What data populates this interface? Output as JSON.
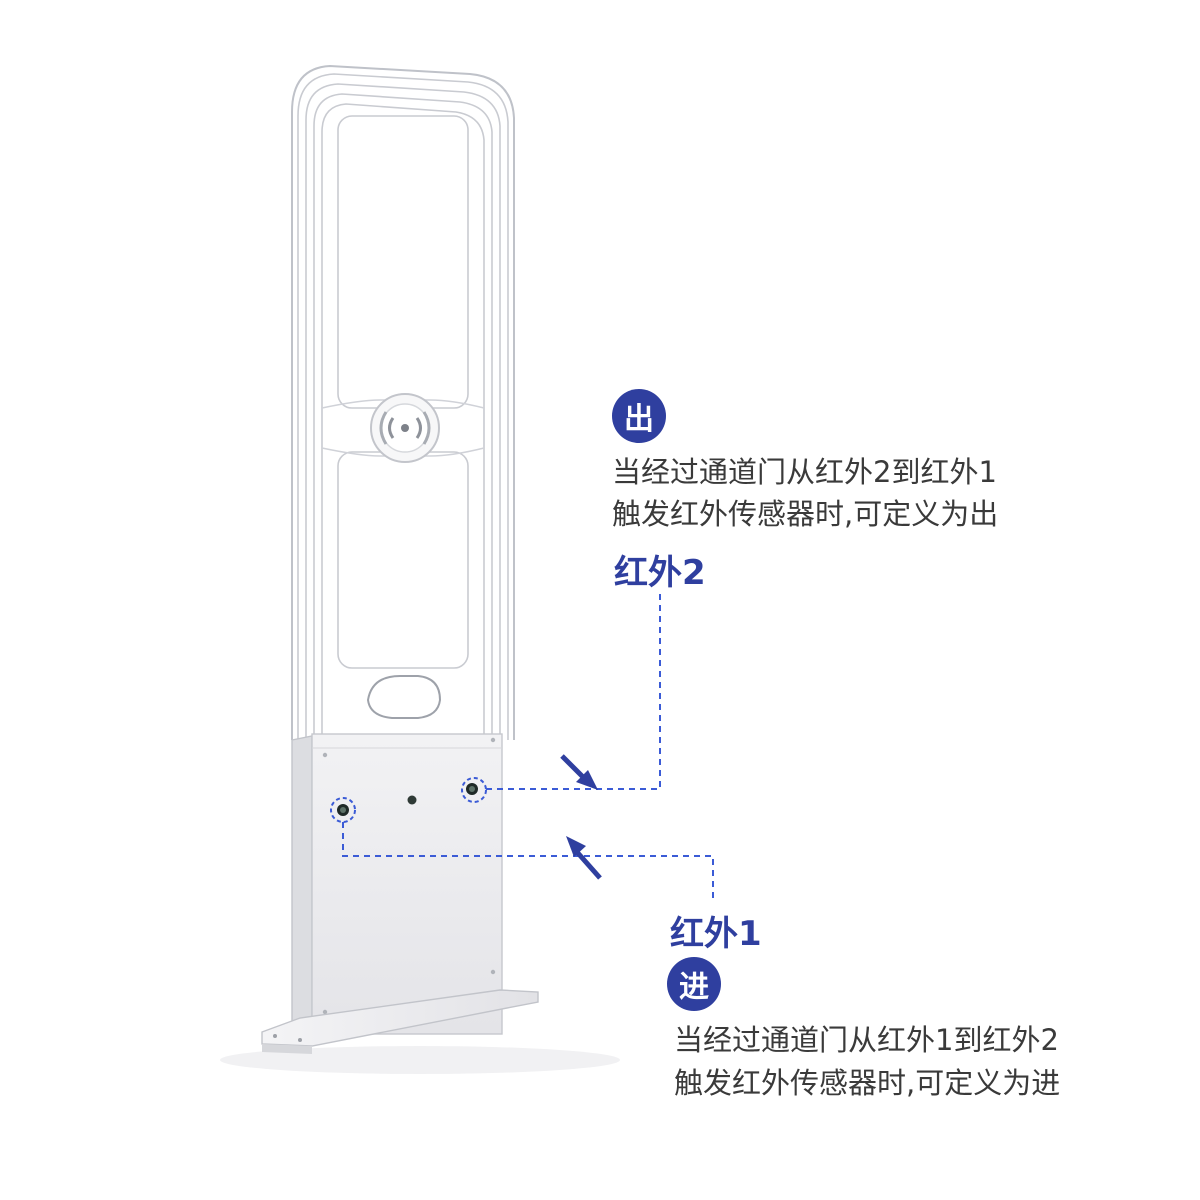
{
  "colors": {
    "accent": "#2f3f9f",
    "dash": "#3b5bd6",
    "text": "#3a3a3a"
  },
  "exit_block": {
    "badge": "出",
    "line1": "当经过通道门从红外2到红外1",
    "line2": "触发红外传感器时,可定义为出"
  },
  "enter_block": {
    "badge": "进",
    "line1": "当经过通道门从红外1到红外2",
    "line2": "触发红外传感器时,可定义为进"
  },
  "sensor2_label": "红外2",
  "sensor1_label": "红外1",
  "device_center_icon": "rfid-signal-icon"
}
